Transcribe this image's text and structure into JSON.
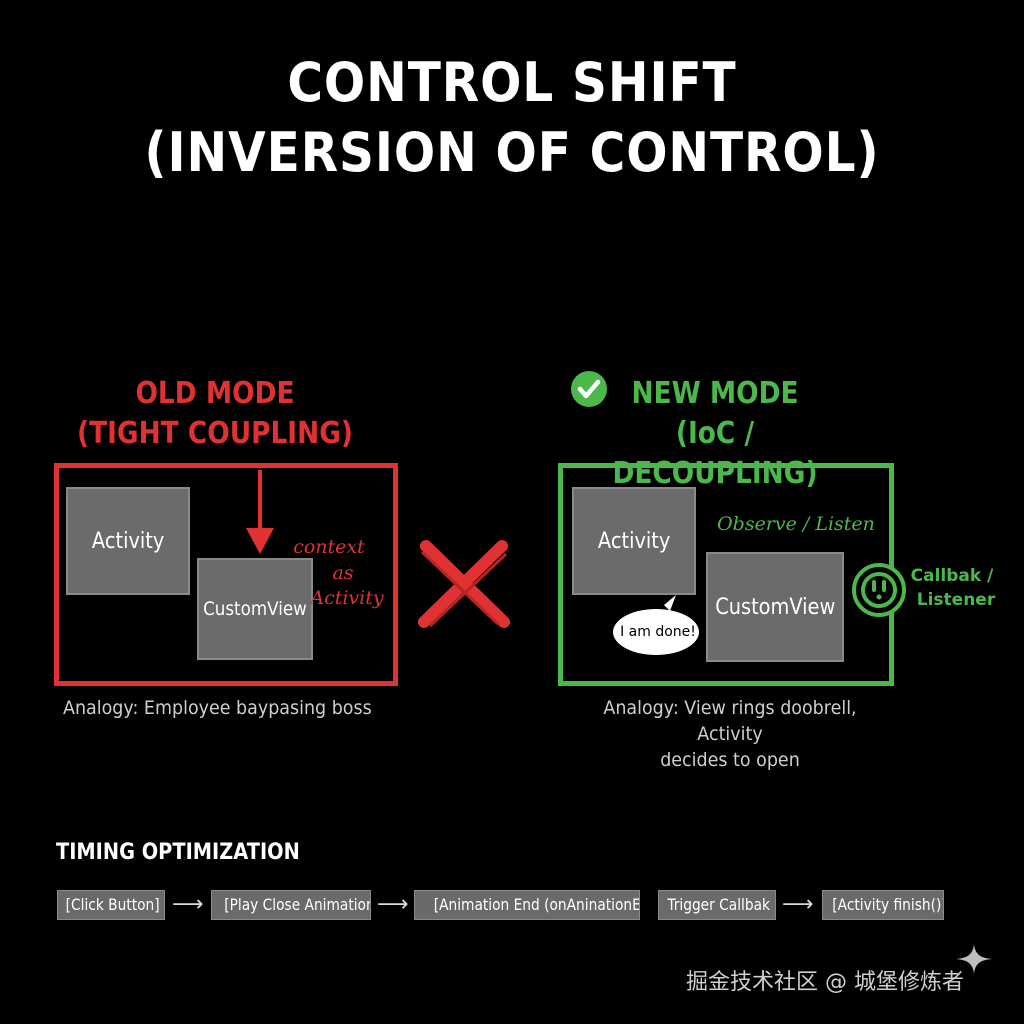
{
  "title": {
    "line1": "CONTROL SHIFT",
    "line2": "(INVERSION OF CONTROL)"
  },
  "colors": {
    "old": "#e03232",
    "new": "#4cb84c",
    "box": "#6b6b6b"
  },
  "old_mode": {
    "heading_line1": "OLD MODE",
    "heading_line2": "(TIGHT COUPLING)",
    "activity": "Activity",
    "custom_view": "CustomView",
    "note_line1": "context",
    "note_line2": "as",
    "note_line3": "Activity",
    "analogy": "Analogy: Employee baypasing boss"
  },
  "new_mode": {
    "heading_line1": "NEW MODE",
    "heading_line2": "(IoC / DECOUPLING)",
    "activity": "Activity",
    "custom_view": "CustomView",
    "observe": "Observe / Listen",
    "bubble": "I am done!",
    "callback_line1": "Callbak /",
    "callback_line2": "Listener",
    "analogy_line1": "Analogy: View rings doobrell, Activity",
    "analogy_line2": "decides to open"
  },
  "timing": {
    "heading": "TIMING OPTIMIZATION",
    "steps": [
      "[Click Button]",
      "[Play Close Animation",
      "[Animation End (onAninationEnd]",
      "Trigger Callbak",
      "[Activity finish()]"
    ]
  },
  "watermark": "掘金技术社区 @ 城堡修炼者"
}
